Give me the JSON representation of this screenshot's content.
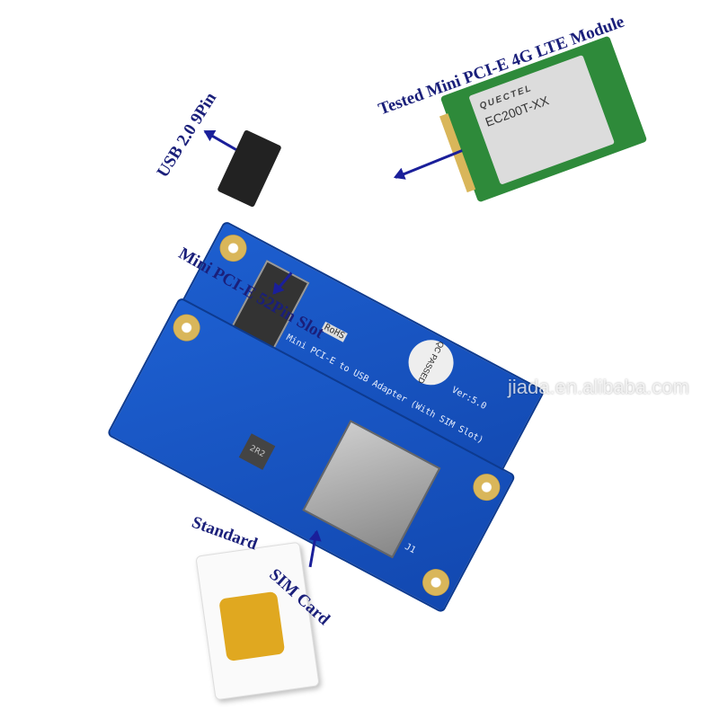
{
  "labels": {
    "module": "Tested Mini PCI-E 4G LTE Module",
    "usb": "USB 2.0 9Pin",
    "slot": "Mini PCI-E 52Pin Slot",
    "standard": "Standard",
    "sim": "SIM Card"
  },
  "module": {
    "brand": "QUECTEL",
    "model": "EC200T-XX"
  },
  "board_silkscreen": {
    "title": "Mini PCI-E to USB Adapter (With SIM Slot)",
    "version": "Ver:5.0",
    "qc": "QC PASSED",
    "rohs": "RoHS",
    "inductor": "2R2",
    "slot_ref": "J1"
  },
  "watermark": "jiada.en.alibaba.com",
  "colors": {
    "pcb": "#1d5fd0",
    "label": "#1a1f7a",
    "arrow": "#1a1f9a",
    "module_pcb": "#2e8a3a",
    "gold": "#d9b65a"
  }
}
